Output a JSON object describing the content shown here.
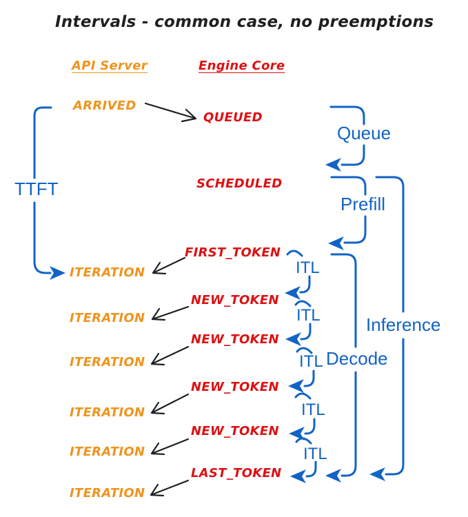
{
  "title": "Intervals - common case, no preemptions",
  "columns": {
    "api": "API Server",
    "engine": "Engine Core"
  },
  "api_events": [
    {
      "label": "ARRIVED"
    },
    {
      "label": "ITERATION"
    },
    {
      "label": "ITERATION"
    },
    {
      "label": "ITERATION"
    },
    {
      "label": "ITERATION"
    },
    {
      "label": "ITERATION"
    },
    {
      "label": "ITERATION"
    }
  ],
  "engine_events": [
    {
      "label": "QUEUED"
    },
    {
      "label": "SCHEDULED"
    },
    {
      "label": "FIRST_TOKEN"
    },
    {
      "label": "NEW_TOKEN"
    },
    {
      "label": "NEW_TOKEN"
    },
    {
      "label": "NEW_TOKEN"
    },
    {
      "label": "NEW_TOKEN"
    },
    {
      "label": "LAST_TOKEN"
    }
  ],
  "intervals": {
    "ttft": "TTFT",
    "queue": "Queue",
    "prefill": "Prefill",
    "decode": "Decode",
    "inference": "Inference",
    "itl": [
      "ITL",
      "ITL",
      "ITL",
      "ITL",
      "ITL"
    ]
  },
  "colors": {
    "orange": "#EF941D",
    "red": "#DD1113",
    "blue": "#1163C5",
    "ink": "#1F1F1F"
  }
}
